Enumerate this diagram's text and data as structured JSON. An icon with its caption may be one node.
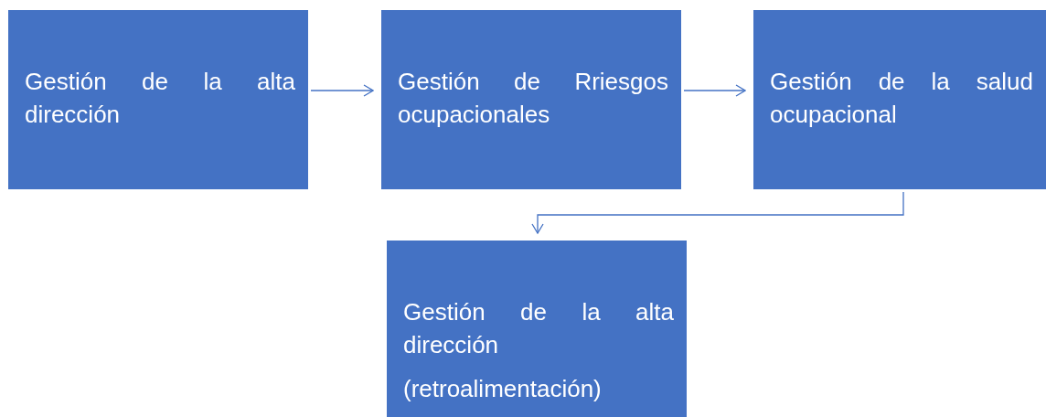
{
  "diagram": {
    "nodes": [
      {
        "text": [
          "Gestión de la alta dirección"
        ]
      },
      {
        "text": [
          "Gestión de Rriesgos ocupacionales"
        ]
      },
      {
        "text": [
          "Gestión de la salud ocupacional"
        ]
      },
      {
        "text": [
          "Gestión de la alta dirección",
          "(retroalimentación)"
        ]
      }
    ],
    "edges": [
      {
        "from": 0,
        "to": 1,
        "arrow": "to"
      },
      {
        "from": 1,
        "to": 2,
        "arrow": "to"
      },
      {
        "from": 2,
        "to": 3,
        "arrow": "to"
      }
    ]
  }
}
